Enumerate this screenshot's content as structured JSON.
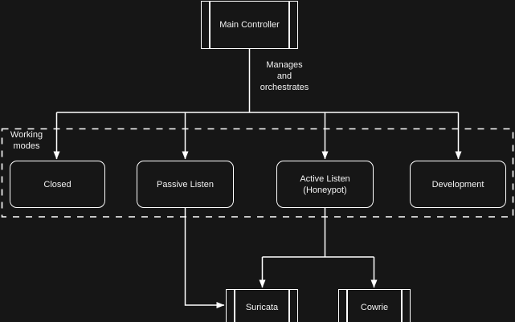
{
  "diagram": {
    "colors": {
      "background": "#161616",
      "stroke": "#ffffff",
      "text": "#f2f2f2"
    },
    "nodes": {
      "main_controller": {
        "label": "Main Controller",
        "shape": "predefined-process"
      },
      "closed": {
        "label": "Closed",
        "shape": "rounded-rectangle"
      },
      "passive_listen": {
        "label": "Passive Listen",
        "shape": "rounded-rectangle"
      },
      "active_listen": {
        "lines": [
          "Active Listen",
          "(Honeypot)"
        ],
        "shape": "rounded-rectangle"
      },
      "development": {
        "label": "Development",
        "shape": "rounded-rectangle"
      },
      "suricata": {
        "label": "Suricata",
        "shape": "predefined-process"
      },
      "cowrie": {
        "label": "Cowrie",
        "shape": "predefined-process"
      }
    },
    "labels": {
      "edge": {
        "lines": [
          "Manages",
          "and",
          "orchestrates"
        ]
      },
      "container": {
        "lines": [
          "Working",
          "modes"
        ]
      }
    }
  }
}
